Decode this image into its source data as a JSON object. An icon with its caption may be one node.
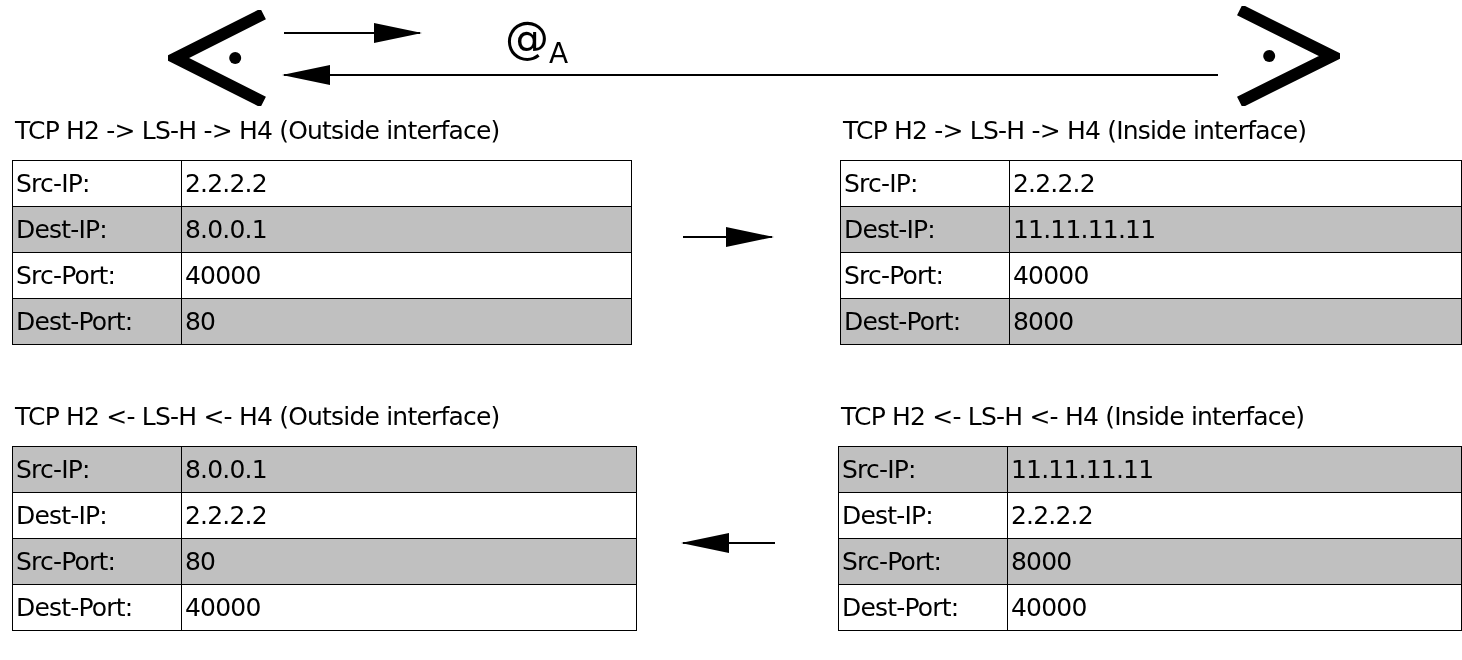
{
  "diagram": {
    "nodes": [
      {
        "text": [],
        "shape": "chevron"
      },
      {
        "text": [],
        "shape": "chevron"
      },
      {
        "text": [
          "TCP H2 -> LS-H -> H4 (Outside interface)",
          "Src-IP:",
          "2.2.2.2",
          "Dest-IP:",
          "8.0.0.1",
          "Src-Port:",
          "40000",
          "Dest-Port:",
          "80"
        ]
      },
      {
        "text": [
          "TCP H2 -> LS-H -> H4 (Inside interface)",
          "Src-IP:",
          "2.2.2.2",
          "Dest-IP:",
          "11.11.11.11",
          "Src-Port:",
          "40000",
          "Dest-Port:",
          "8000"
        ]
      },
      {
        "text": [
          "TCP H2 <- LS-H <- H4 (Outside interface)",
          "Src-IP:",
          "8.0.0.1",
          "Dest-IP:",
          "2.2.2.2",
          "Src-Port:",
          "80",
          "Dest-Port:",
          "40000"
        ]
      },
      {
        "text": [
          "TCP H2 <- LS-H <- H4 (Inside interface)",
          "Src-IP:",
          "11.11.11.11",
          "Dest-IP:",
          "2.2.2.2",
          "Src-Port:",
          "8000",
          "Dest-Port:",
          "40000"
        ]
      }
    ],
    "edges": [
      {
        "from": 0,
        "to": null,
        "arrow": "to"
      },
      {
        "from": 1,
        "to": 0,
        "arrow": "to"
      },
      {
        "from": 2,
        "to": 3,
        "arrow": "to"
      },
      {
        "from": 5,
        "to": 4,
        "arrow": "to"
      }
    ],
    "labels": [
      "@$_{A}$"
    ]
  }
}
